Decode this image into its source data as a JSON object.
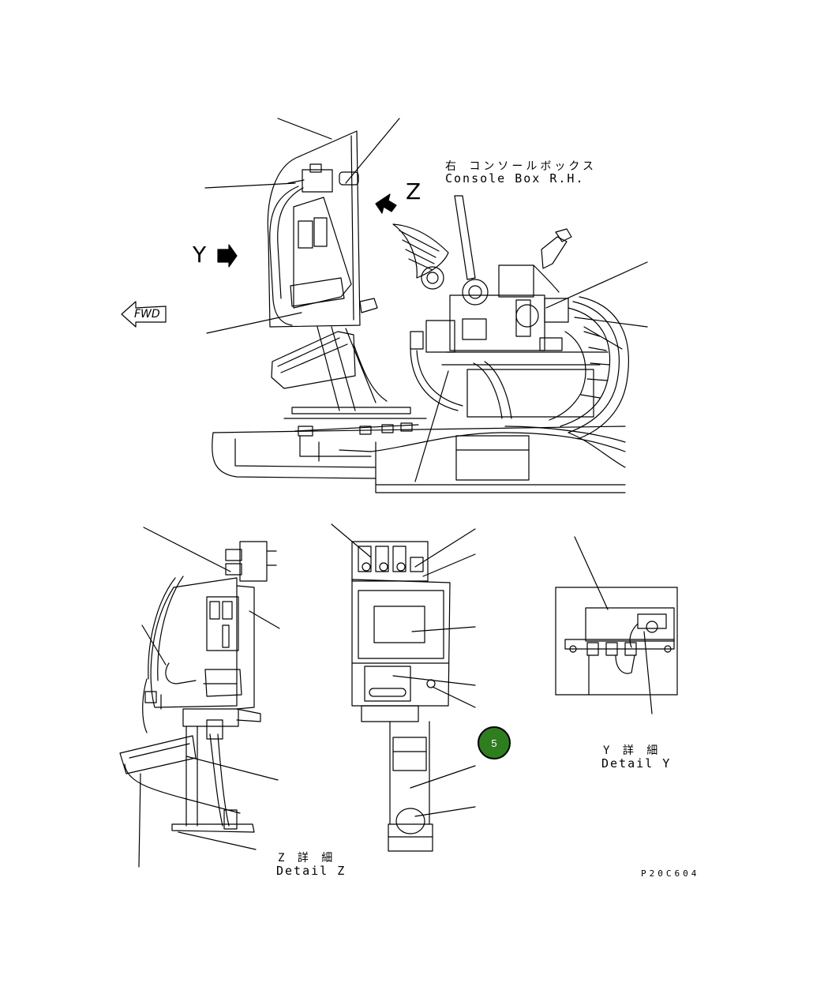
{
  "colors": {
    "line": "#000000",
    "background": "#ffffff",
    "badge_fill": "#2e7d1f"
  },
  "labels": {
    "console_jp": "右 コンソールボックス",
    "console_en": "Console Box R.H.",
    "view_z": "Z",
    "view_y": "Y",
    "fwd": "FWD",
    "detail_z_jp": "Z 詳 細",
    "detail_z_en": "Detail Z",
    "detail_y_jp": "Y 詳 細",
    "detail_y_en": "Detail Y",
    "drawing_id": "P20C604"
  },
  "badge": {
    "number": "5",
    "icon": "green-circle-marker"
  },
  "icons": [
    "view-arrow-z-icon",
    "view-arrow-y-icon",
    "fwd-arrow-icon"
  ]
}
